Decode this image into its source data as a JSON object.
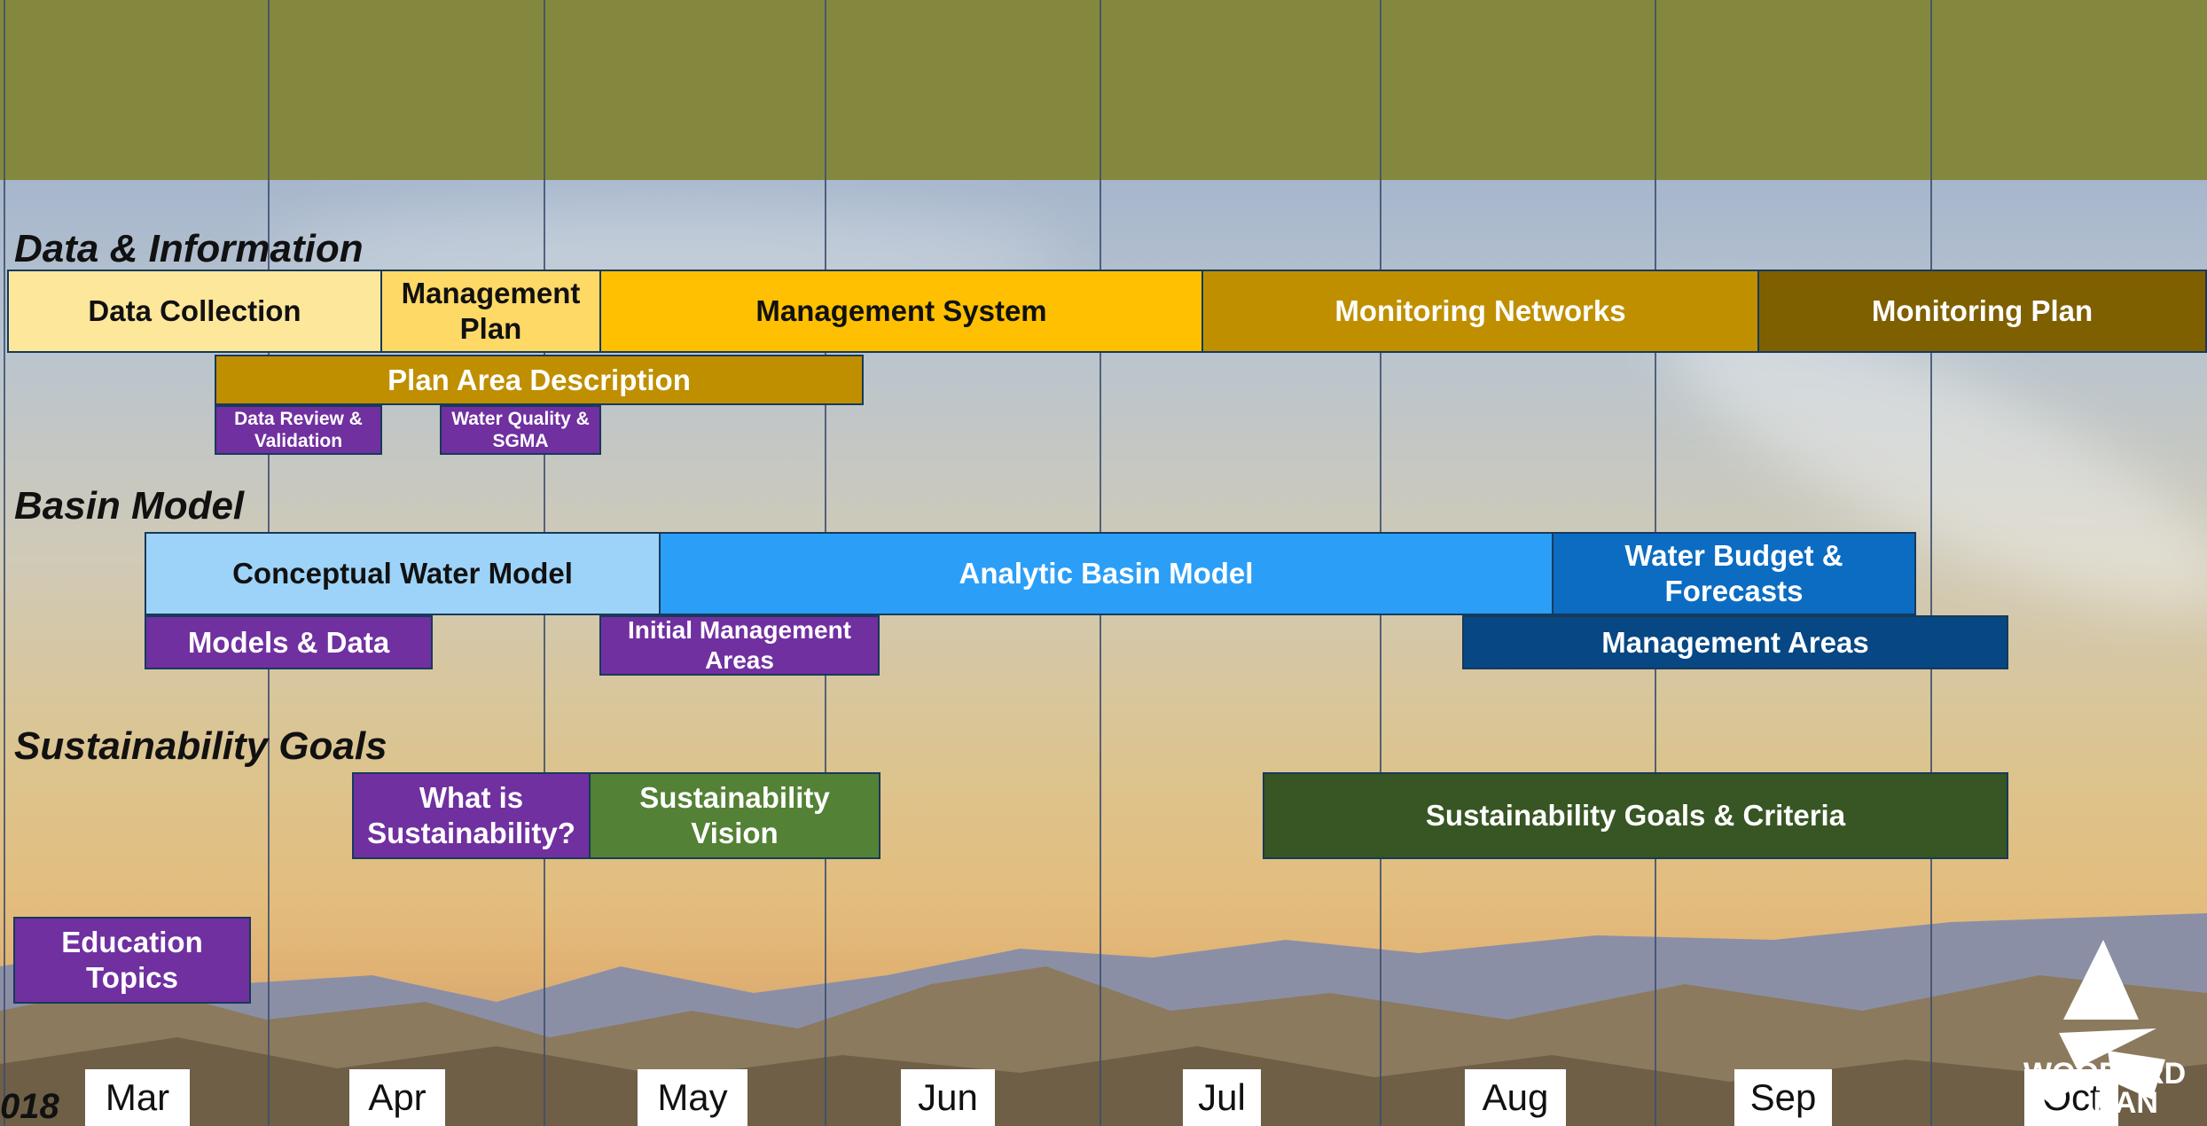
{
  "colors": {
    "header_band": "#84883e",
    "gridline": "#3d4f6d",
    "light_yellow": "#fde79a",
    "pale_gold": "#fed966",
    "gold": "#fec000",
    "dark_gold": "#bf8f00",
    "olive_brown": "#7f6000",
    "light_blue": "#9dd3f9",
    "bright_blue": "#2b9ff7",
    "mid_blue": "#0b6cc2",
    "navy": "#064784",
    "purple": "#7030a0",
    "green": "#538135",
    "dark_green": "#375623"
  },
  "sections": {
    "data_information": "Data & Information",
    "basin_model": "Basin Model",
    "sustainability_goals": "Sustainability Goals"
  },
  "bars": {
    "data_collection": "Data Collection",
    "management_plan": "Management Plan",
    "management_system": "Management System",
    "monitoring_networks": "Monitoring Networks",
    "monitoring_plan": "Monitoring Plan",
    "plan_area_description": "Plan Area Description",
    "data_review": "Data Review & Validation",
    "water_quality": "Water Quality & SGMA",
    "conceptual_water_model": "Conceptual Water Model",
    "analytic_basin_model": "Analytic Basin Model",
    "water_budget": "Water Budget & Forecasts",
    "models_data": "Models & Data",
    "initial_management_areas": "Initial Management Areas",
    "management_areas": "Management Areas",
    "what_is_sustainability": "What is Sustainability?",
    "sustainability_vision": "Sustainability Vision",
    "sustainability_goals_criteria": "Sustainability Goals & Criteria",
    "education_topics": "Education Topics"
  },
  "timeline": {
    "year": "018",
    "months": [
      "Mar",
      "Apr",
      "May",
      "Jun",
      "Jul",
      "Aug",
      "Sep",
      "Oct"
    ]
  },
  "logo": {
    "icon": "woodard-curran-logo-icon",
    "text_line1": "WOODARD",
    "text_line2": "RAN"
  }
}
